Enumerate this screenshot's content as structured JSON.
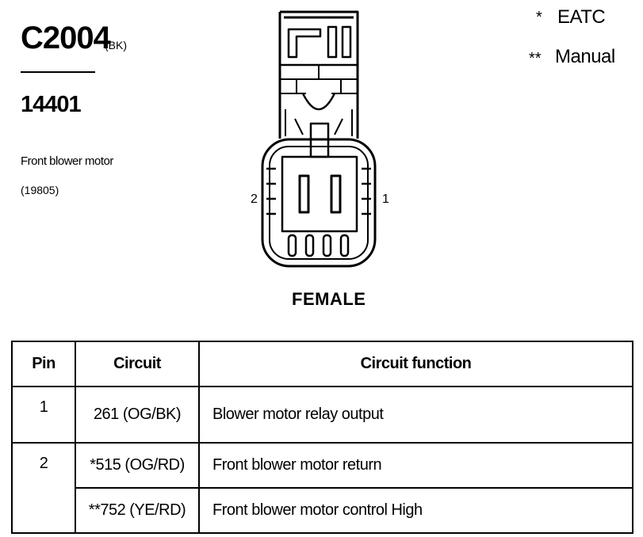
{
  "connector": {
    "id": "C2004",
    "color": "(BK)",
    "part_number": "14401",
    "description_line1": "Front blower motor",
    "description_line2": "(19805)",
    "gender": "FEMALE",
    "pin_labels": {
      "left": "2",
      "right": "1"
    }
  },
  "legend": [
    {
      "symbol": "*",
      "text": "EATC"
    },
    {
      "symbol": "**",
      "text": "Manual"
    }
  ],
  "table": {
    "headers": [
      "Pin",
      "Circuit",
      "Circuit function"
    ],
    "rows": [
      {
        "pin": "1",
        "circuits": [
          {
            "circuit": "261 (OG/BK)",
            "function": "Blower motor relay output"
          }
        ]
      },
      {
        "pin": "2",
        "circuits": [
          {
            "circuit": "*515 (OG/RD)",
            "function": "Front blower motor  return"
          },
          {
            "circuit": "**752 (YE/RD)",
            "function": "Front blower motor  control High"
          }
        ]
      }
    ]
  }
}
